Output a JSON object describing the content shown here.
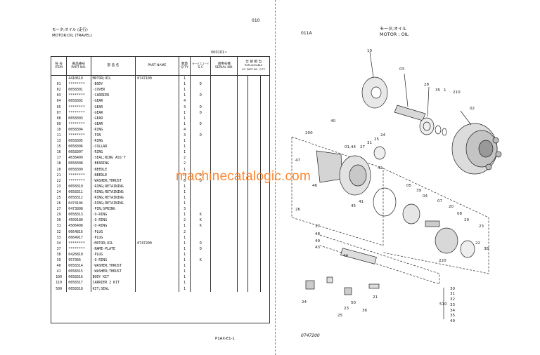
{
  "left_page": {
    "page_number": "010",
    "title_jp": "モータ;オイル (走行)",
    "title_en": "MOTOR:OIL (TRAVEL)",
    "serial_range": "000101~",
    "footer_code": "P1AX-E1-1",
    "headers": {
      "no_jp": "符 号",
      "no_en": "ITEM",
      "pn_jp": "部品番号",
      "pn_en": "PART NO.",
      "name_jp": "部 品 名",
      "pname": "PART NAME",
      "qty_jp": "数量",
      "qty_en": "Q'TY",
      "sc_jp": "サービスコード",
      "sc_en": "S C",
      "serial_jp": "適用号機",
      "serial_en": "SERIAL NO.",
      "rep_jp": "互換性",
      "rep2_jp": "仕 替 相 当",
      "rep_en": "REPLACEABLE",
      "rep_i": "I/O",
      "rep_part": "PART NO.",
      "rep_qty": "Q'TY"
    },
    "rows": [
      {
        "no": "",
        "pn": "4410619",
        "name": "MOTOR;OIL",
        "pname": "0747100",
        "qty": "1",
        "sc": ""
      },
      {
        "no": "01",
        "pn": "********",
        "name": "·BODY",
        "pname": "",
        "qty": "1",
        "sc": "D"
      },
      {
        "no": "02",
        "pn": "0658301",
        "name": "·COVER",
        "pname": "",
        "qty": "1",
        "sc": ""
      },
      {
        "no": "03",
        "pn": "********",
        "name": "·CARRIER",
        "pname": "",
        "qty": "1",
        "sc": "D"
      },
      {
        "no": "04",
        "pn": "0658302",
        "name": "·GEAR",
        "pname": "",
        "qty": "4",
        "sc": ""
      },
      {
        "no": "05",
        "pn": "********",
        "name": "·GEAR",
        "pname": "",
        "qty": "3",
        "sc": "D"
      },
      {
        "no": "07",
        "pn": "********",
        "name": "·GEAR",
        "pname": "",
        "qty": "1",
        "sc": "D"
      },
      {
        "no": "08",
        "pn": "0658303",
        "name": "·GEAR",
        "pname": "",
        "qty": "1",
        "sc": ""
      },
      {
        "no": "09",
        "pn": "********",
        "name": "·GEAR",
        "pname": "",
        "qty": "1",
        "sc": "D"
      },
      {
        "no": "10",
        "pn": "0658304",
        "name": "·RING",
        "pname": "",
        "qty": "4",
        "sc": ""
      },
      {
        "no": "11",
        "pn": "********",
        "name": "·PIN",
        "pname": "",
        "qty": "3",
        "sc": "D"
      },
      {
        "no": "13",
        "pn": "0658305",
        "name": "·RING",
        "pname": "",
        "qty": "1",
        "sc": ""
      },
      {
        "no": "15",
        "pn": "0658306",
        "name": "·COLLAR",
        "pname": "",
        "qty": "1",
        "sc": ""
      },
      {
        "no": "16",
        "pn": "0658307",
        "name": "·RING",
        "pname": "",
        "qty": "1",
        "sc": ""
      },
      {
        "no": "17",
        "pn": "4636409",
        "name": "·SEAL;RING ASS'Y",
        "pname": "",
        "qty": "2",
        "sc": ""
      },
      {
        "no": "18",
        "pn": "0658308",
        "name": "·BEARING",
        "pname": "",
        "qty": "2",
        "sc": ""
      },
      {
        "no": "20",
        "pn": "0658309",
        "name": "·NEEDLE",
        "pname": "",
        "qty": "1",
        "sc": ""
      },
      {
        "no": "21",
        "pn": "********",
        "name": "·NEEDLE",
        "pname": "",
        "qty": "72",
        "sc": "D"
      },
      {
        "no": "22",
        "pn": "********",
        "name": "·WASHER;THRUST",
        "pname": "",
        "qty": "6",
        "sc": "D"
      },
      {
        "no": "23",
        "pn": "0658310",
        "name": "·RING;RETAINING",
        "pname": "",
        "qty": "1",
        "sc": ""
      },
      {
        "no": "24",
        "pn": "0658311",
        "name": "·RING;RETAINING",
        "pname": "",
        "qty": "1",
        "sc": ""
      },
      {
        "no": "25",
        "pn": "0658312",
        "name": "·RING;RETAINING",
        "pname": "",
        "qty": "1",
        "sc": ""
      },
      {
        "no": "26",
        "pn": "0474104",
        "name": "·RING;RETAINING",
        "pname": "",
        "qty": "1",
        "sc": ""
      },
      {
        "no": "27",
        "pn": "0473808",
        "name": "·PIN;SPRING",
        "pname": "",
        "qty": "3",
        "sc": ""
      },
      {
        "no": "29",
        "pn": "0658313",
        "name": "·O-RING",
        "pname": "",
        "qty": "1",
        "sc": "K"
      },
      {
        "no": "30",
        "pn": "4509180",
        "name": "·O-RING",
        "pname": "",
        "qty": "2",
        "sc": "K"
      },
      {
        "no": "31",
        "pn": "4506408",
        "name": "·O-RING",
        "pname": "",
        "qty": "1",
        "sc": "K"
      },
      {
        "no": "32",
        "pn": "0664816",
        "name": "·PLUG",
        "pname": "",
        "qty": "2",
        "sc": ""
      },
      {
        "no": "33",
        "pn": "0664917",
        "name": "·PLUG",
        "pname": "",
        "qty": "1",
        "sc": ""
      },
      {
        "no": "34",
        "pn": "********",
        "name": "·MOTOR;OIL",
        "pname": "0747200",
        "qty": "1",
        "sc": "D"
      },
      {
        "no": "37",
        "pn": "********",
        "name": "·NAME-PLATE",
        "pname": "",
        "qty": "1",
        "sc": "D"
      },
      {
        "no": "38",
        "pn": "0426810",
        "name": "·PLUG",
        "pname": "",
        "qty": "1",
        "sc": ""
      },
      {
        "no": "39",
        "pn": "957366",
        "name": "·O-RING",
        "pname": "",
        "qty": "1",
        "sc": "K"
      },
      {
        "no": "40",
        "pn": "0658314",
        "name": "·WASHER;THRUST",
        "pname": "",
        "qty": "1",
        "sc": ""
      },
      {
        "no": "41",
        "pn": "0658315",
        "name": "·WASHER;THRUST",
        "pname": "",
        "qty": "1",
        "sc": ""
      },
      {
        "no": "100",
        "pn": "0658316",
        "name": "BODY KIT",
        "pname": "",
        "qty": "1",
        "sc": ""
      },
      {
        "no": "110",
        "pn": "0658317",
        "name": "CARRIER 2 KIT",
        "pname": "",
        "qty": "1",
        "sc": ""
      },
      {
        "no": "500",
        "pn": "0658318",
        "name": "KIT;SEAL",
        "pname": "",
        "qty": "1",
        "sc": ""
      }
    ]
  },
  "right_page": {
    "code": "011A",
    "title_jp": "モータ;オイル",
    "title_en": "MOTOR ; OIL",
    "drawing_no": "0747200",
    "callouts": [
      "10",
      "03",
      "210",
      "02",
      "28",
      "35",
      "1",
      "40",
      "200",
      "01,44",
      "27",
      "31",
      "25",
      "24",
      "47",
      "26",
      "46",
      "42",
      "45",
      "41",
      "05",
      "39",
      "04",
      "07",
      "20",
      "08",
      "29",
      "23",
      "37",
      "43",
      "49",
      "48",
      "38",
      "22",
      "220",
      "30",
      "31",
      "32",
      "33",
      "34",
      "35",
      "49",
      "510",
      "36",
      "24",
      "25",
      "23",
      "21",
      "50",
      "44"
    ],
    "group_510": [
      "30",
      "31",
      "32",
      "33",
      "34",
      "35",
      "49"
    ]
  },
  "watermark": "machinecatalogic.com"
}
